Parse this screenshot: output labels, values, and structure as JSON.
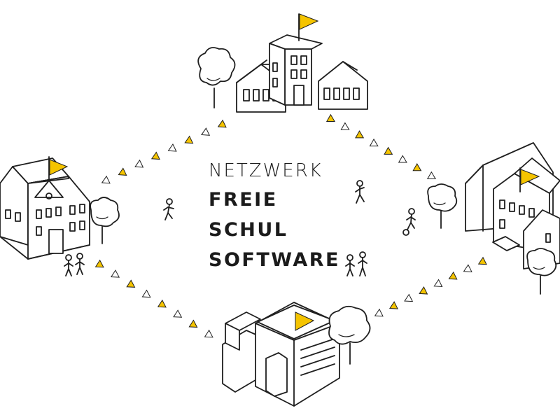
{
  "logo": {
    "line1": "NETZWERK",
    "line2": "FREIE",
    "line3": "SCHUL",
    "line4": "SOFTWARE"
  },
  "colors": {
    "accent": "#f5c400",
    "line": "#1f1f1f",
    "background": "#ffffff"
  },
  "illustration": {
    "buildings": [
      "school-building-top",
      "school-building-left",
      "school-building-right",
      "school-building-bottom"
    ],
    "connections": [
      "top-to-left",
      "top-to-right",
      "left-to-bottom",
      "right-to-bottom"
    ],
    "icons": [
      "flag-icon",
      "tree-icon",
      "person-icon",
      "ball-icon"
    ]
  }
}
